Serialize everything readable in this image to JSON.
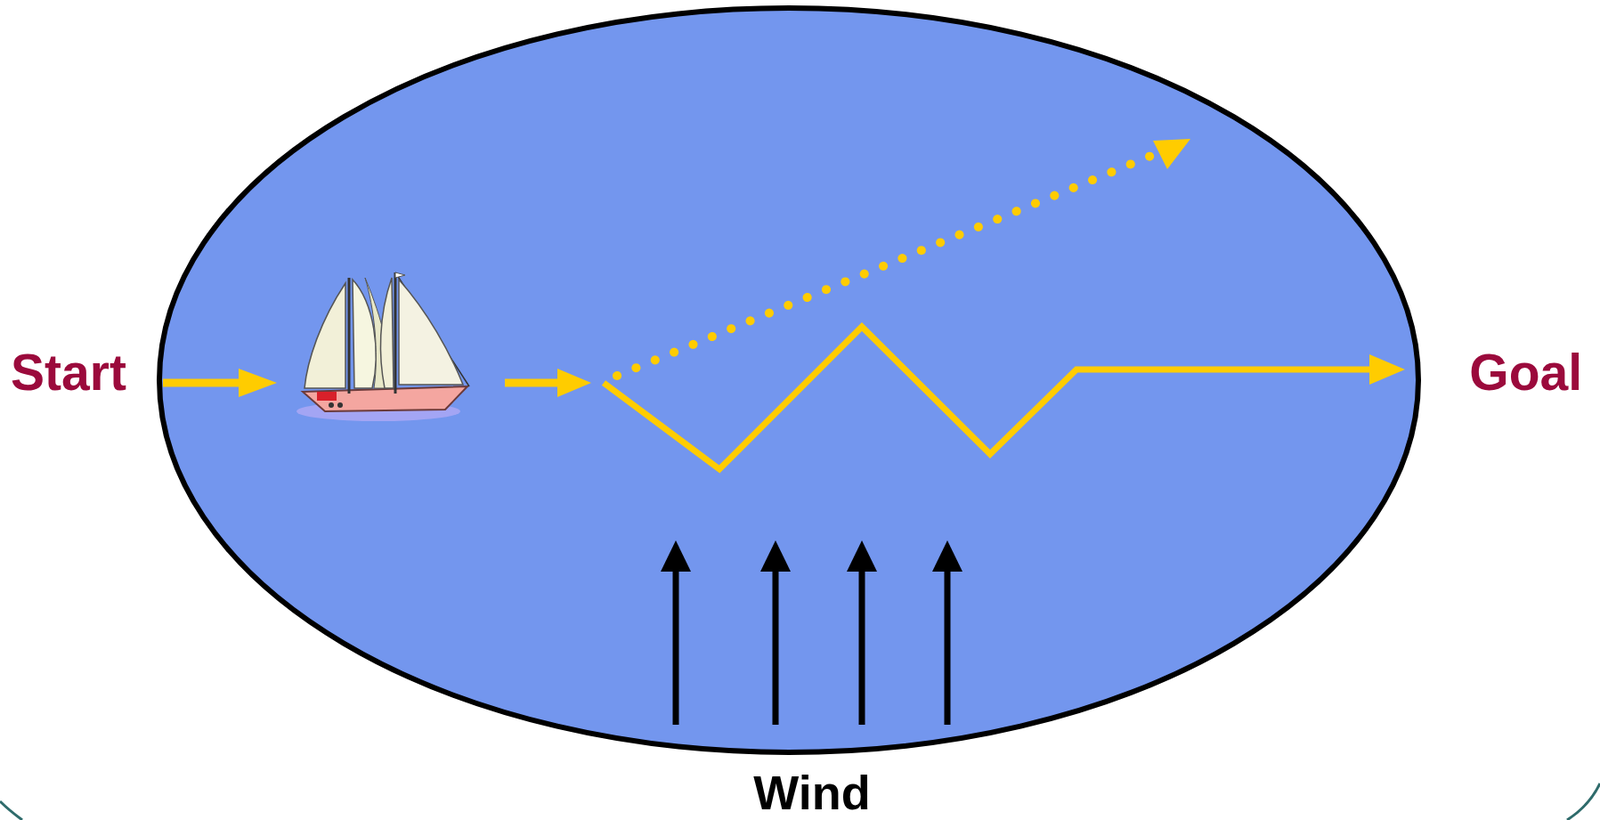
{
  "diagram": {
    "labels": [
      "Start",
      "Goal",
      "Wind"
    ]
  }
}
